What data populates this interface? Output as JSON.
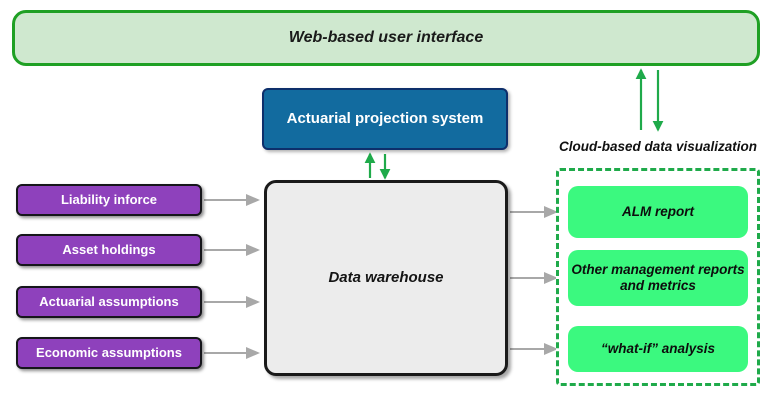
{
  "diagram": {
    "title_banner": {
      "label": "Web-based user interface"
    },
    "projection_system": {
      "label": "Actuarial projection system"
    },
    "warehouse": {
      "label": "Data warehouse"
    },
    "inputs": [
      {
        "label": "Liability inforce"
      },
      {
        "label": "Asset holdings"
      },
      {
        "label": "Actuarial assumptions"
      },
      {
        "label": "Economic assumptions"
      }
    ],
    "cloud": {
      "label": "Cloud-based data visualization",
      "outputs": [
        {
          "label": "ALM report"
        },
        {
          "label": "Other management reports and metrics"
        },
        {
          "label": "“what-if” analysis"
        }
      ]
    },
    "colors": {
      "banner_fill": "#cfe8cf",
      "banner_border": "#1fa024",
      "projection_fill": "#126b9f",
      "projection_border": "#0d2f6b",
      "warehouse_fill": "#ececec",
      "warehouse_border": "#1a1a1a",
      "input_fill": "#8e41bc",
      "input_border": "#16161b",
      "output_fill": "#3bf97f",
      "cloud_border": "#1faa4a",
      "connector_gray": "#a8a8a8",
      "connector_green": "#1faa4a",
      "background": "#ffffff"
    }
  }
}
